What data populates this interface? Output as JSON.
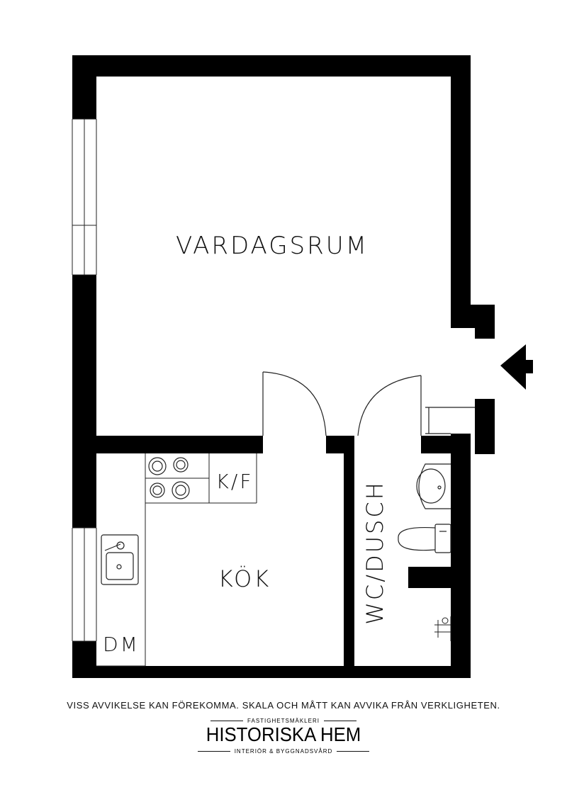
{
  "rooms": {
    "living": "VARDAGSRUM",
    "kitchen": "KÖK",
    "fridge": "K/F",
    "dishwasher": "DM",
    "bathroom": "WC/DUSCH"
  },
  "icons": {
    "entrance": "entrance-arrow-icon",
    "stove": "stove-icon",
    "sink": "kitchen-sink-icon",
    "washbasin": "washbasin-icon",
    "toilet": "toilet-icon",
    "shower": "shower-icon"
  },
  "footer": {
    "disclaimer": "VISS AVVIKELSE KAN FÖREKOMMA. SKALA OCH MÅTT KAN AVVIKA FRÅN VERKLIGHETEN.",
    "tagline_top": "FASTIGHETSMÄKLERI",
    "brand": "HISTORISKA HEM",
    "tagline_bottom": "INTERIÖR & BYGGNADSVÅRD"
  }
}
